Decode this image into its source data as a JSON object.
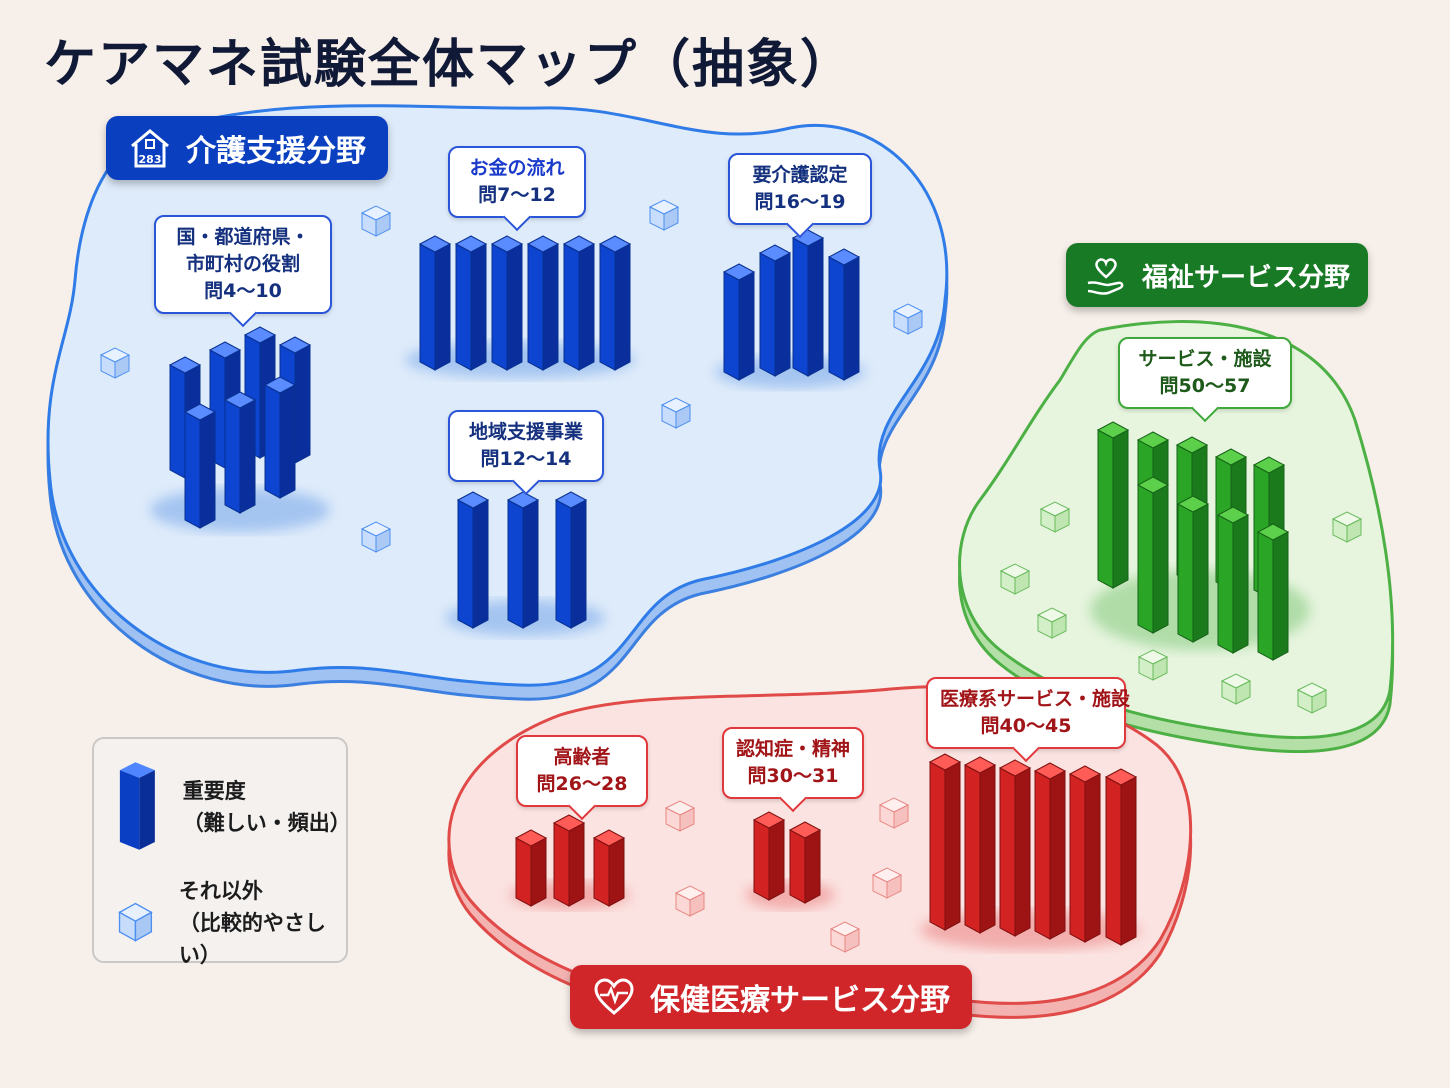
{
  "title": "ケアマネ試験全体マップ（抽象）",
  "areas": {
    "kaigo": {
      "label": "介護支援分野",
      "icon": "house-icon",
      "icon_text": "283",
      "color": "#0a3fbf",
      "topics": [
        {
          "line1": "国・都道府県・",
          "line2": "市町村の役割",
          "range": "問4〜10"
        },
        {
          "line1": "お金の流れ",
          "range": "問7〜12"
        },
        {
          "line1": "要介護認定",
          "range": "問16〜19"
        },
        {
          "line1": "地域支援事業",
          "range": "問12〜14"
        }
      ]
    },
    "fukushi": {
      "label": "福祉サービス分野",
      "icon": "heart-hand-icon",
      "color": "#197a26",
      "topics": [
        {
          "line1": "サービス・施設",
          "range": "問50〜57"
        }
      ]
    },
    "hoken": {
      "label": "保健医療サービス分野",
      "icon": "heartbeat-icon",
      "color": "#d0262a",
      "topics": [
        {
          "line1": "高齢者",
          "range": "問26〜28"
        },
        {
          "line1": "認知症・精神",
          "range": "問30〜31"
        },
        {
          "line1": "医療系サービス・施設",
          "range": "問40〜45"
        }
      ]
    }
  },
  "legend": {
    "important": {
      "line1": "重要度",
      "line2": "（難しい・頻出）",
      "icon": "tall-bar-icon"
    },
    "other": {
      "line1": "それ以外",
      "line2": "（比較的やさしい）",
      "icon": "small-cube-icon"
    }
  }
}
